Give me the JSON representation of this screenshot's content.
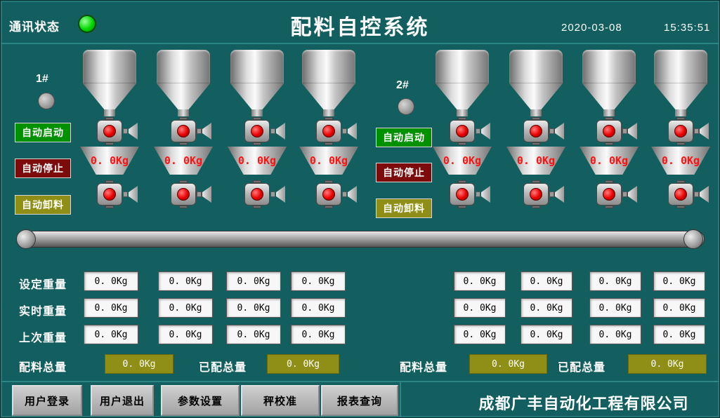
{
  "header": {
    "comm_label": "通讯状态",
    "title": "配料自控系统",
    "date": "2020-03-08",
    "time": "15:35:51"
  },
  "colors": {
    "background": "#135f5f",
    "start_button": "#009100",
    "stop_button": "#7d0b0b",
    "discharge_button": "#8f8f17",
    "weight_text": "#ff1212",
    "comm_lamp_on": "#00d800"
  },
  "groups": [
    {
      "label": "1#",
      "start": "自动启动",
      "stop": "自动停止",
      "discharge": "自动卸料",
      "hoppers": [
        {
          "weight": "0. 0Kg"
        },
        {
          "weight": "0. 0Kg"
        },
        {
          "weight": "0. 0Kg"
        },
        {
          "weight": "0. 0Kg"
        }
      ]
    },
    {
      "label": "2#",
      "start": "自动启动",
      "stop": "自动停止",
      "discharge": "自动卸料",
      "hoppers": [
        {
          "weight": "0. 0Kg"
        },
        {
          "weight": "0. 0Kg"
        },
        {
          "weight": "0. 0Kg"
        },
        {
          "weight": "0. 0Kg"
        }
      ]
    }
  ],
  "weights": {
    "row_labels": [
      "设定重量",
      "实时重量",
      "上次重量"
    ],
    "left": [
      [
        "0. 0Kg",
        "0. 0Kg",
        "0. 0Kg",
        "0. 0Kg"
      ],
      [
        "0. 0Kg",
        "0. 0Kg",
        "0. 0Kg",
        "0. 0Kg"
      ],
      [
        "0. 0Kg",
        "0. 0Kg",
        "0. 0Kg",
        "0. 0Kg"
      ]
    ],
    "right": [
      [
        "0. 0Kg",
        "0. 0Kg",
        "0. 0Kg",
        "0. 0Kg"
      ],
      [
        "0. 0Kg",
        "0. 0Kg",
        "0. 0Kg",
        "0. 0Kg"
      ],
      [
        "0. 0Kg",
        "0. 0Kg",
        "0. 0Kg",
        "0. 0Kg"
      ]
    ]
  },
  "totals": [
    {
      "batch_label": "配料总量",
      "batch_value": "0. 0Kg",
      "done_label": "已配总量",
      "done_value": "0. 0Kg"
    },
    {
      "batch_label": "配料总量",
      "batch_value": "0. 0Kg",
      "done_label": "已配总量",
      "done_value": "0. 0Kg"
    }
  ],
  "footer": {
    "buttons": [
      "用户登录",
      "用户退出",
      "参数设置",
      "秤校准",
      "报表查询"
    ],
    "company": "成都广丰自动化工程有限公司"
  }
}
